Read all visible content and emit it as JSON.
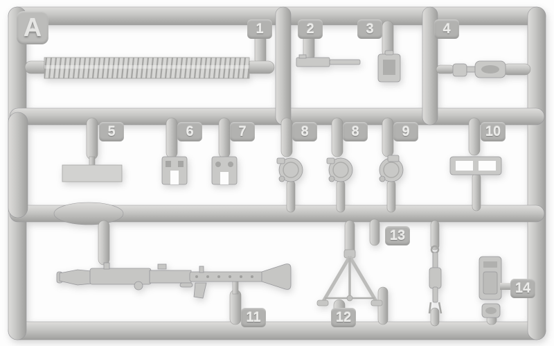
{
  "sprue": {
    "frame_letter": "A",
    "part_labels": [
      "1",
      "2",
      "3",
      "4",
      "5",
      "6",
      "7",
      "8",
      "8",
      "9",
      "10",
      "11",
      "12",
      "13",
      "14"
    ],
    "colors": {
      "plastic": "#c8c8c6",
      "plastic_shadow": "#9f9f9d",
      "plastic_highlight": "#dedddb",
      "label_tab": "#b2b2b0",
      "label_text": "#ececea",
      "background": "#fdfdfd"
    }
  }
}
